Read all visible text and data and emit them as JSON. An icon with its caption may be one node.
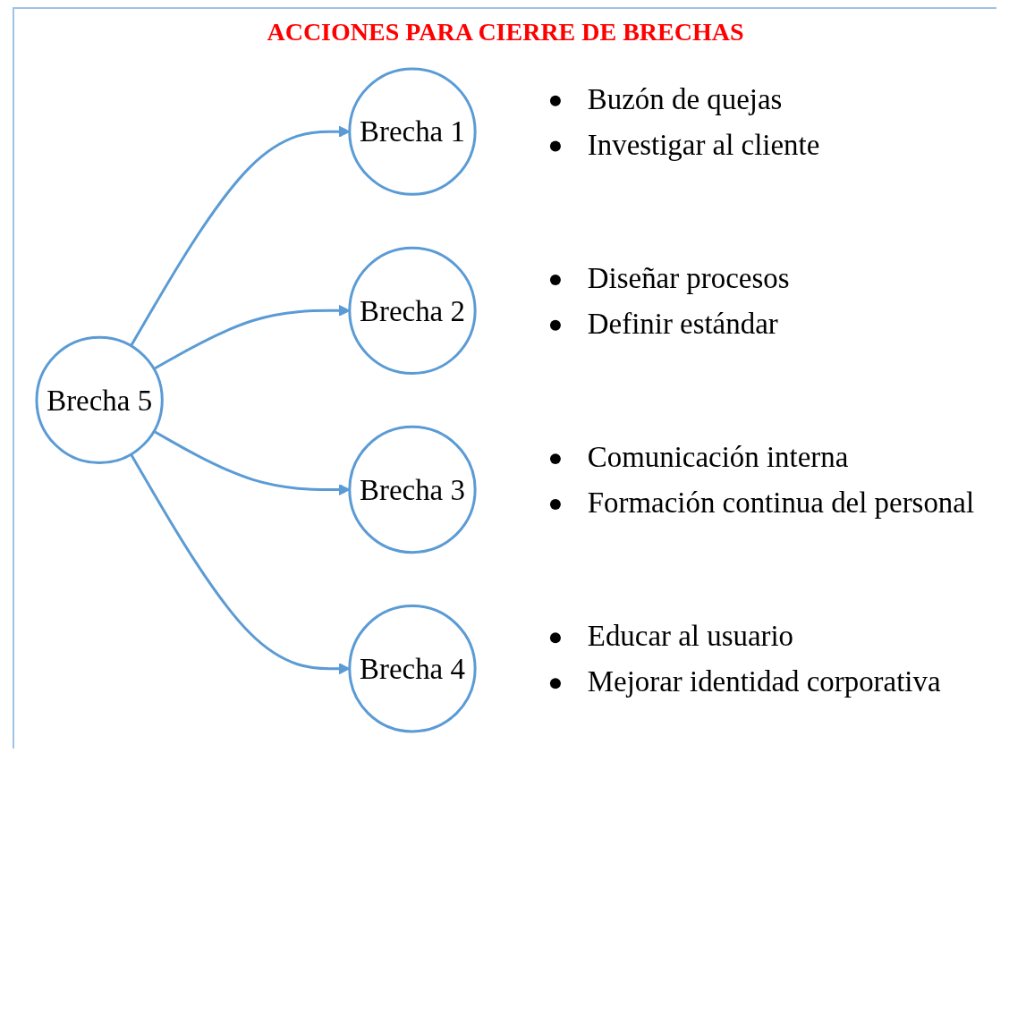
{
  "diagram": {
    "title": "ACCIONES PARA CIERRE DE BRECHAS",
    "nodes": [
      {
        "text": [
          "Brecha 1"
        ],
        "beside": [
          "Buzón de quejas",
          "Investigar al cliente"
        ]
      },
      {
        "text": [
          "Brecha 2"
        ],
        "beside": [
          "Diseñar procesos",
          "Definir estándar"
        ]
      },
      {
        "text": [
          "Brecha 5"
        ]
      },
      {
        "text": [
          "Brecha 3"
        ],
        "beside": [
          "Comunicación interna",
          "Formación continua del personal"
        ]
      },
      {
        "text": [
          "Brecha 4"
        ],
        "beside": [
          "Educar al usuario",
          "Mejorar identidad corporativa"
        ]
      }
    ],
    "edges": [
      {
        "from": 2,
        "to": 0,
        "arrow": "to"
      },
      {
        "from": 2,
        "to": 1,
        "arrow": "to"
      },
      {
        "from": 2,
        "to": 3,
        "arrow": "to"
      },
      {
        "from": 2,
        "to": 4,
        "arrow": "to"
      }
    ]
  }
}
